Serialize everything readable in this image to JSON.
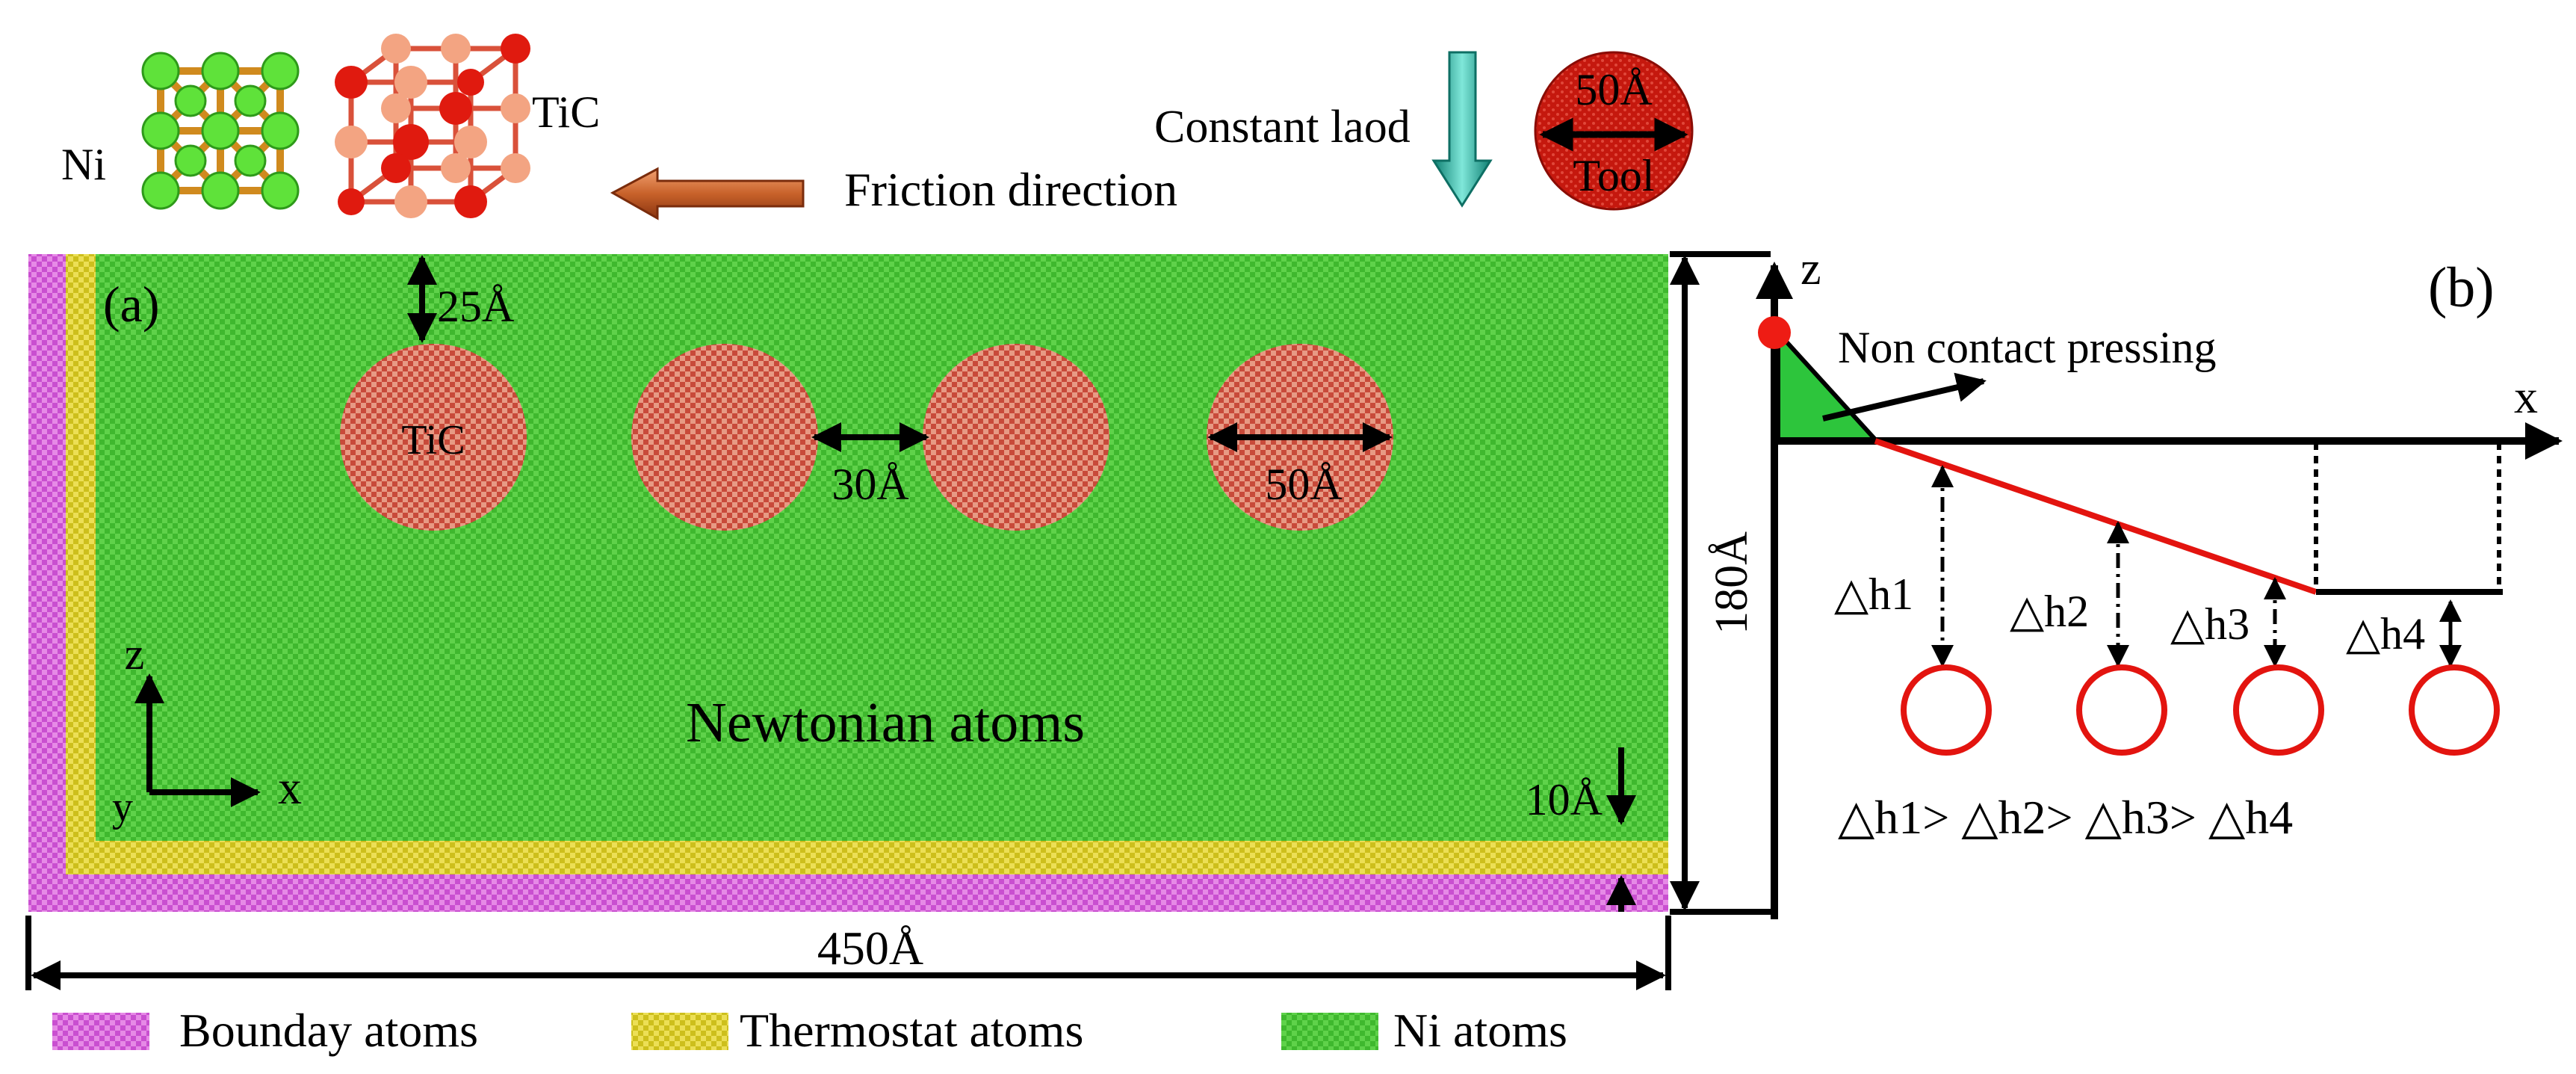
{
  "colors": {
    "boundary": "#d561d8",
    "thermostat": "#d9cc2a",
    "nickel": "#3fb82e",
    "particle": "#c84a3a",
    "tool": "#c5180e",
    "load_arrow": "#2bb0a0",
    "friction_arrow": "#c8622a",
    "red_line": "#e3140f",
    "wedge": "#2dc53c"
  },
  "top": {
    "ni_label": "Ni",
    "tic_label": "TiC",
    "friction_label": "Friction direction",
    "load_label": "Constant laod",
    "tool_size": "50Å",
    "tool_label": "Tool"
  },
  "panel_a": {
    "label": "(a)",
    "dim_top_gap": "25Å",
    "particle_label": "TiC",
    "dim_spacing": "30Å",
    "dim_diameter": "50Å",
    "region_label": "Newtonian atoms",
    "dim_layer": "10Å",
    "dim_height": "180Å",
    "dim_width": "450Å",
    "axes": {
      "z": "z",
      "x": "x",
      "y": "y"
    }
  },
  "panel_b": {
    "label": "(b)",
    "axis_z": "z",
    "axis_x": "x",
    "annotation": "Non contact pressing",
    "gaps": [
      "△h1",
      "△h2",
      "△h3",
      "△h4"
    ],
    "relation": "△h1> △h2> △h3> △h4"
  },
  "legend": [
    {
      "label": "Bounday atoms",
      "color": "#d561d8"
    },
    {
      "label": "Thermostat atoms",
      "color": "#d9cc2a"
    },
    {
      "label": "Ni atoms",
      "color": "#3fb82e"
    }
  ]
}
